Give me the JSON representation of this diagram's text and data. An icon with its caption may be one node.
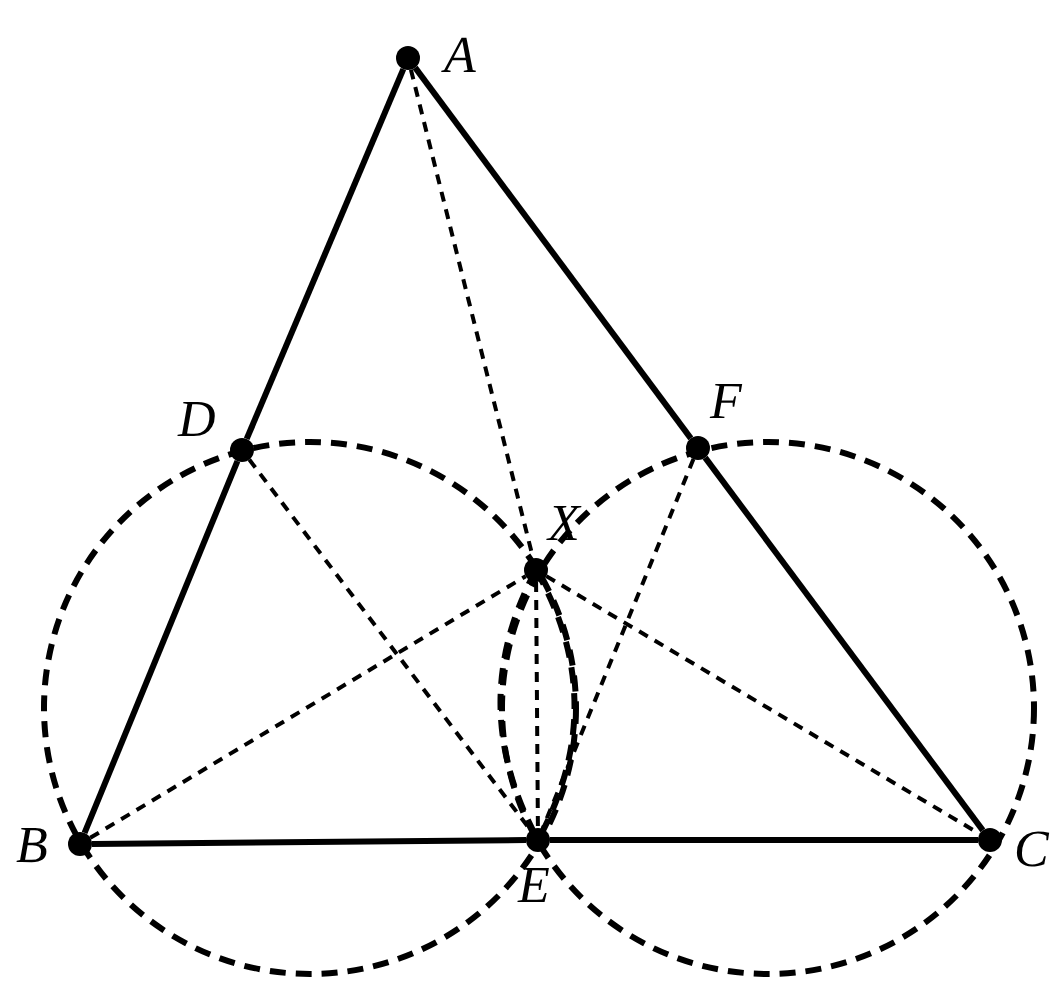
{
  "diagram": {
    "nodes": [
      {
        "text": [
          "A"
        ]
      },
      {
        "text": [
          "B"
        ]
      },
      {
        "text": [
          "C"
        ]
      },
      {
        "text": [
          "D"
        ]
      },
      {
        "text": [
          "E"
        ]
      },
      {
        "text": [
          "F"
        ]
      },
      {
        "text": [
          "X"
        ]
      }
    ],
    "edges": [
      {
        "from": 0,
        "to": 3,
        "arrow": "none"
      },
      {
        "from": 3,
        "to": 1,
        "arrow": "none"
      },
      {
        "from": 0,
        "to": 5,
        "arrow": "none"
      },
      {
        "from": 5,
        "to": 2,
        "arrow": "none"
      },
      {
        "from": 1,
        "to": 4,
        "arrow": "none"
      },
      {
        "from": 4,
        "to": 2,
        "arrow": "none"
      },
      {
        "from": 0,
        "to": 6,
        "arrow": "none",
        "style": "dashed"
      },
      {
        "from": 6,
        "to": 4,
        "arrow": "none",
        "style": "dashed"
      },
      {
        "from": 1,
        "to": 6,
        "arrow": "none",
        "style": "dashed"
      },
      {
        "from": 6,
        "to": 2,
        "arrow": "none",
        "style": "dashed"
      },
      {
        "from": 3,
        "to": 4,
        "arrow": "none",
        "style": "dashed"
      },
      {
        "from": 5,
        "to": 4,
        "arrow": "none",
        "style": "dashed"
      }
    ]
  }
}
